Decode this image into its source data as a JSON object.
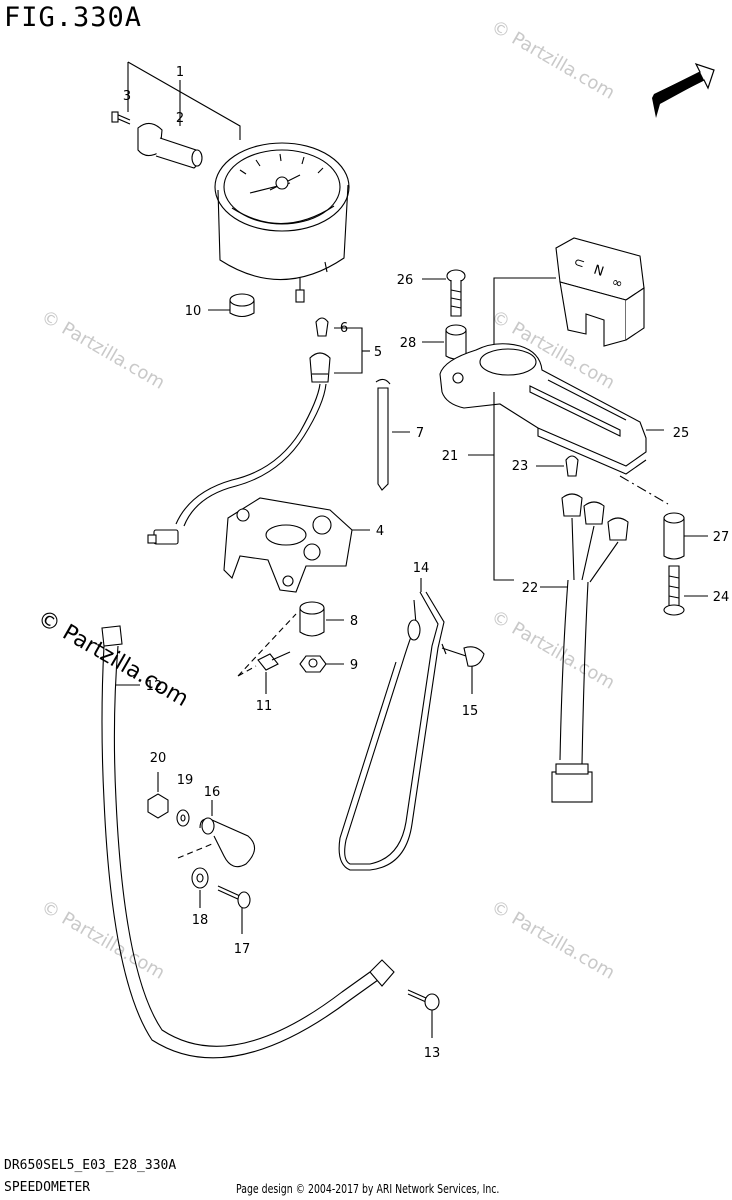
{
  "figure": {
    "title": "FIG.330A",
    "model_code": "DR650SEL5_E03_E28_330A",
    "section": "SPEEDOMETER",
    "credit": "Page design © 2004-2017 by ARI Network Services, Inc.",
    "direction_badge": "FWD"
  },
  "watermark": {
    "text": "© Partzilla.com"
  },
  "callouts": [
    "1",
    "2",
    "3",
    "4",
    "5",
    "6",
    "7",
    "8",
    "9",
    "10",
    "11",
    "12",
    "13",
    "14",
    "15",
    "16",
    "17",
    "18",
    "19",
    "20",
    "21",
    "22",
    "23",
    "24",
    "25",
    "26",
    "27",
    "28"
  ],
  "colors": {
    "line": "#000000",
    "watermark": "#c9c9c9",
    "background": "#ffffff"
  }
}
